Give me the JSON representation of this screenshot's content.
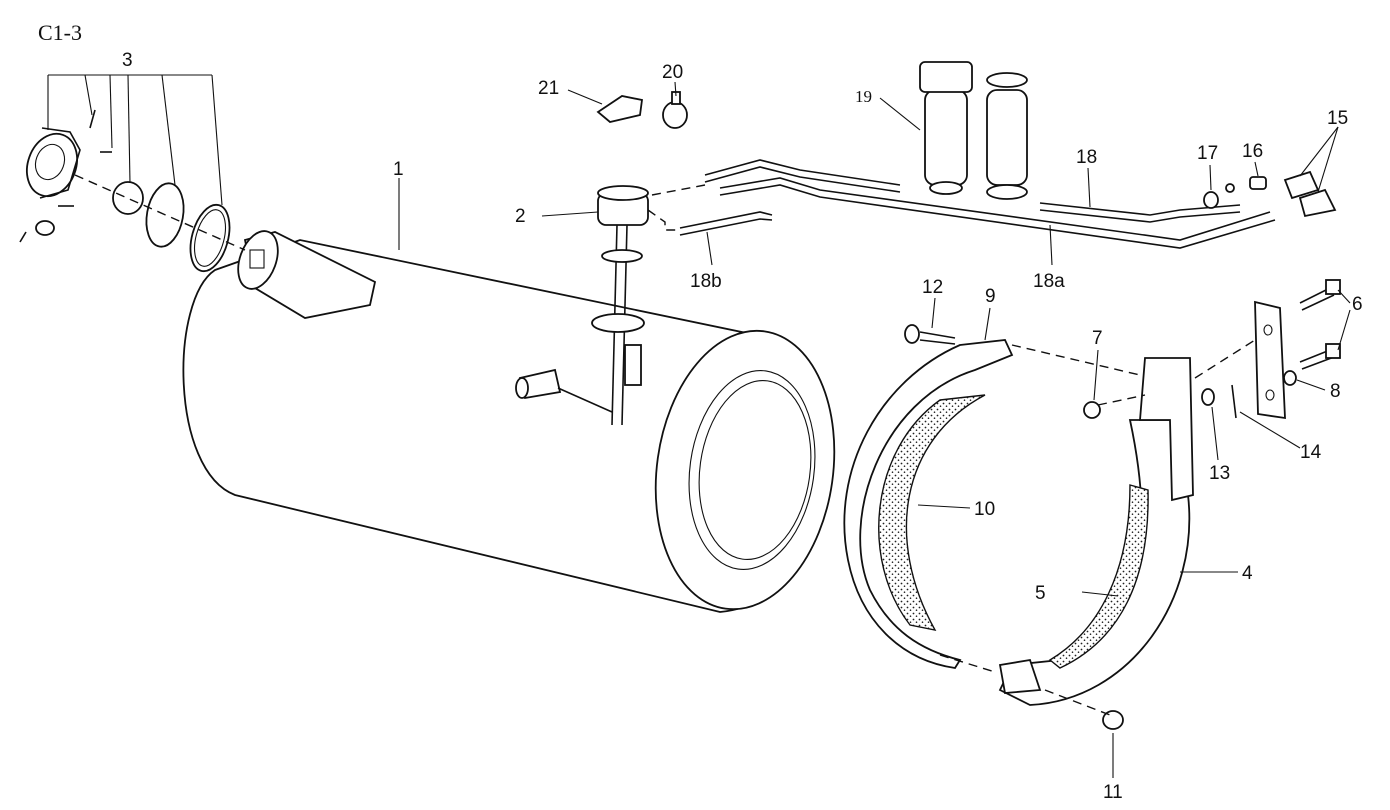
{
  "diagram_code": "C1-3",
  "callouts": {
    "c1": "1",
    "c2": "2",
    "c3": "3",
    "c4": "4",
    "c5": "5",
    "c6": "6",
    "c7": "7",
    "c8": "8",
    "c9": "9",
    "c10": "10",
    "c11": "11",
    "c12": "12",
    "c13": "13",
    "c14": "14",
    "c15": "15",
    "c16": "16",
    "c17": "17",
    "c18": "18",
    "c18a": "18a",
    "c18b": "18b",
    "c19": "19",
    "c20": "20",
    "c21": "21"
  }
}
